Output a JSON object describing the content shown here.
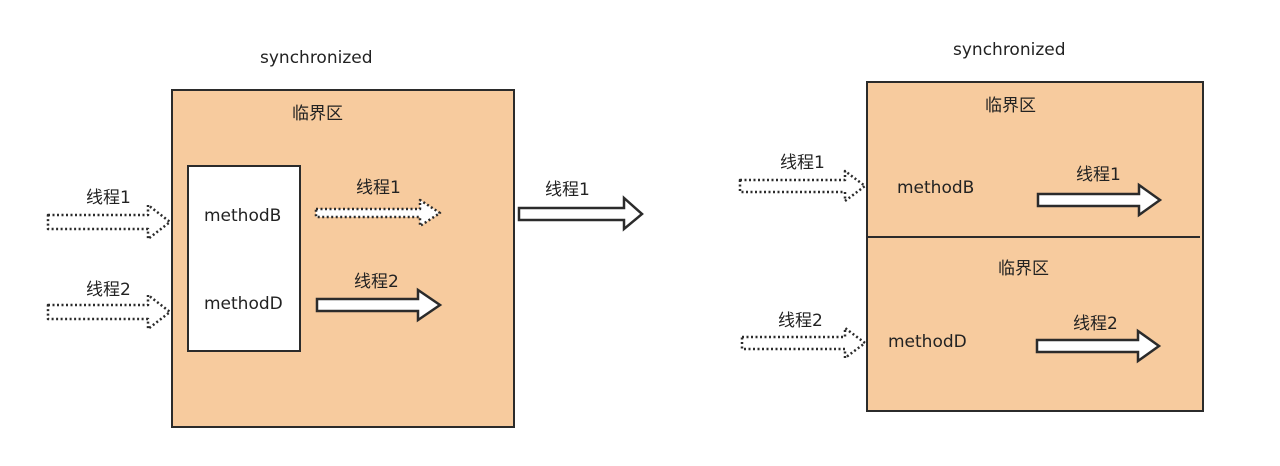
{
  "colors": {
    "zone_fill": "#f7cb9e",
    "stroke": "#2b2b2b",
    "inner_fill": "#ffffff"
  },
  "left": {
    "title": "synchronized",
    "zone_label": "临界区",
    "method_b": "methodB",
    "method_d": "methodD",
    "incoming_thread1": "线程1",
    "incoming_thread2": "线程2",
    "outgoing_thread1": "线程1",
    "outgoing_thread2": "线程2"
  },
  "transition": {
    "label": "线程1"
  },
  "right": {
    "title": "synchronized",
    "top_zone_label": "临界区",
    "bottom_zone_label": "临界区",
    "method_b": "methodB",
    "method_d": "methodD",
    "incoming_thread1": "线程1",
    "incoming_thread2": "线程2",
    "outgoing_thread1": "线程1",
    "outgoing_thread2": "线程2"
  }
}
